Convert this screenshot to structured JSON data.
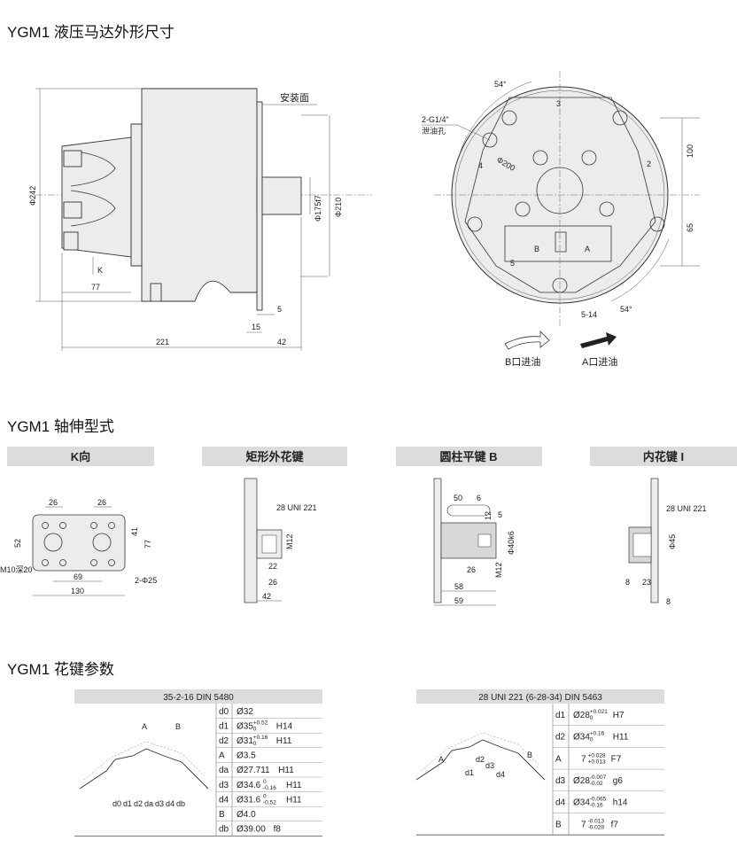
{
  "sections": {
    "dimensions_title": "YGM1 液压马达外形尺寸",
    "shaft_title": "YGM1 轴伸型式",
    "spline_title": "YGM1 花键参数"
  },
  "side_view": {
    "mount_face": "安装面",
    "dia_242": "Φ242",
    "dia_175": "Φ175f7",
    "dia_210": "Φ210",
    "k_label": "K",
    "d77": "77",
    "d5": "5",
    "d15": "15",
    "d221": "221",
    "d42": "42"
  },
  "front_view": {
    "angle_top": "54°",
    "angle_bottom": "54°",
    "drain": "2-G1/4\"",
    "drain_label": "泄油孔",
    "dia_200": "Φ200",
    "d100": "100",
    "d65": "65",
    "d5_14": "5-14",
    "port_b": "B",
    "port_a": "A",
    "num3": "3",
    "num2": "2",
    "num4": "4",
    "num5": "5",
    "b_inlet": "B口进油",
    "a_inlet": "A口进油"
  },
  "shaft_types": [
    {
      "label": "K向"
    },
    {
      "label": "矩形外花键"
    },
    {
      "label": "圆柱平键 B"
    },
    {
      "label": "内花键 I"
    }
  ],
  "k_view": {
    "d26a": "26",
    "d26b": "26",
    "d52": "52",
    "d41": "41",
    "d77": "77",
    "m10": "M10深20",
    "d69": "69",
    "d130": "130",
    "holes": "2-Φ25"
  },
  "rect_spline": {
    "spec": "28 UNI 221",
    "m12": "M12",
    "d22": "22",
    "d26": "26",
    "d42": "42"
  },
  "key_b": {
    "d50": "50",
    "d6": "6",
    "d12": "12",
    "d5": "5",
    "dia40": "Φ40k6",
    "m12": "M12",
    "d26": "26",
    "d58": "58",
    "d59": "59"
  },
  "inner_spline": {
    "spec": "28 UNI 221",
    "dia45": "Φ45",
    "d8a": "8",
    "d23": "23",
    "d8b": "8"
  },
  "spline_tables": [
    {
      "title": "35-2-16  DIN 5480",
      "figure_labels": [
        "A",
        "B",
        "d0",
        "d1",
        "d2",
        "da",
        "d3",
        "d4",
        "db"
      ],
      "rows": [
        {
          "k": "d0",
          "base": "Ø32",
          "up": "",
          "lo": "",
          "fit": ""
        },
        {
          "k": "d1",
          "base": "Ø35",
          "up": "+0.52",
          "lo": "0",
          "fit": "H14"
        },
        {
          "k": "d2",
          "base": "Ø31",
          "up": "+0.16",
          "lo": "0",
          "fit": "H11"
        },
        {
          "k": "A",
          "base": "Ø3.5",
          "up": "",
          "lo": "",
          "fit": ""
        },
        {
          "k": "da",
          "base": "Ø27.711",
          "up": "",
          "lo": "",
          "fit": "H11"
        },
        {
          "k": "d3",
          "base": "Ø34.6",
          "up": "0",
          "lo": "-0.16",
          "fit": "H11"
        },
        {
          "k": "d4",
          "base": "Ø31.6",
          "up": "0",
          "lo": "-0.52",
          "fit": "H11"
        },
        {
          "k": "B",
          "base": "Ø4.0",
          "up": "",
          "lo": "",
          "fit": ""
        },
        {
          "k": "db",
          "base": "Ø39.00",
          "up": "",
          "lo": "",
          "fit": "f8"
        }
      ]
    },
    {
      "title": "28 UNI 221 (6-28-34) DIN 5463",
      "figure_labels": [
        "A",
        "B",
        "d1",
        "d2",
        "d3",
        "d4"
      ],
      "rows": [
        {
          "k": "d1",
          "base": "Ø28",
          "up": "+0.021",
          "lo": "0",
          "fit": "H7"
        },
        {
          "k": "d2",
          "base": "Ø34",
          "up": "+0.16",
          "lo": "0",
          "fit": "H11"
        },
        {
          "k": "A",
          "base": "7",
          "up": "+0.028",
          "lo": "+0.013",
          "fit": "F7"
        },
        {
          "k": "d3",
          "base": "Ø28",
          "up": "-0.007",
          "lo": "-0.02",
          "fit": "g6"
        },
        {
          "k": "d4",
          "base": "Ø34",
          "up": "-0.065",
          "lo": "-0.16",
          "fit": "h14"
        },
        {
          "k": "B",
          "base": "7",
          "up": "-0.013",
          "lo": "-0.028",
          "fit": "f7"
        }
      ]
    }
  ]
}
